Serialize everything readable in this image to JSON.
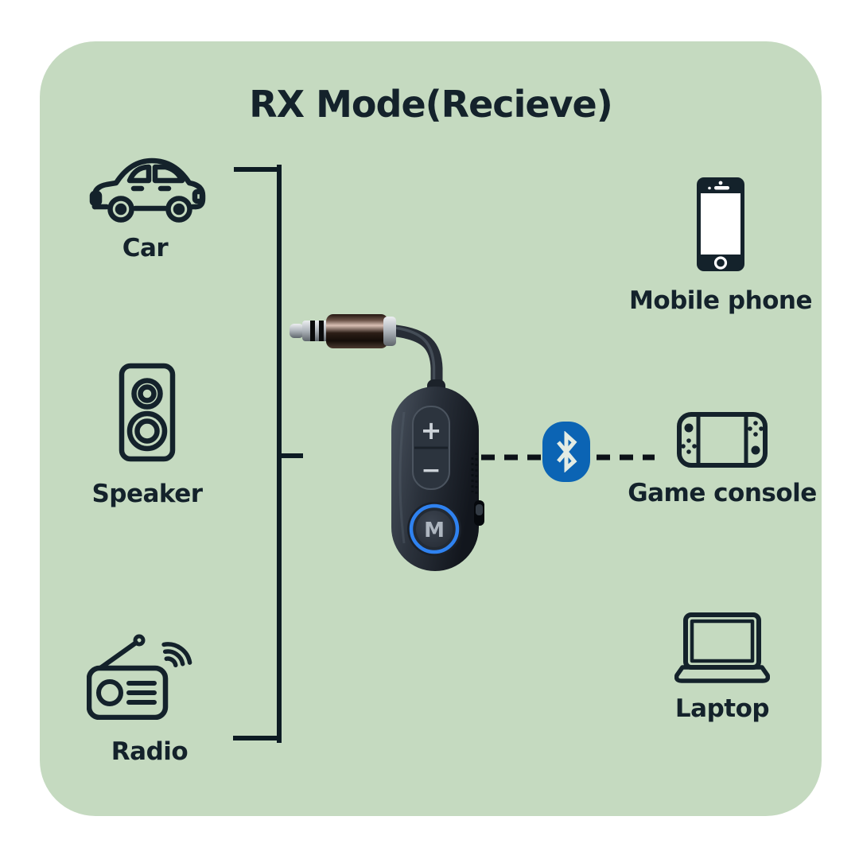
{
  "title": "RX Mode(Recieve)",
  "sources": [
    {
      "id": "car",
      "icon": "car-icon",
      "label": "Car"
    },
    {
      "id": "speaker",
      "icon": "speaker-icon",
      "label": "Speaker"
    },
    {
      "id": "radio",
      "icon": "radio-icon",
      "label": "Radio"
    }
  ],
  "sinks": [
    {
      "id": "mobile-phone",
      "icon": "mobile-phone-icon",
      "label": "Mobile phone"
    },
    {
      "id": "game-console",
      "icon": "game-console-icon",
      "label": "Game console"
    },
    {
      "id": "laptop",
      "icon": "laptop-icon",
      "label": "Laptop"
    }
  ],
  "device": {
    "name": "bluetooth-receiver",
    "volume_up_label": "+",
    "volume_down_label": "−",
    "mode_button_label": "M"
  },
  "connection": {
    "icon": "bluetooth-icon",
    "line_style": "dashed"
  },
  "colors": {
    "page_bg": "#ffffff",
    "panel_bg": "#c5dac0",
    "ink": "#14222b",
    "bluetooth_blue": "#0b64b4",
    "mode_ring_blue": "#2f82f0"
  }
}
